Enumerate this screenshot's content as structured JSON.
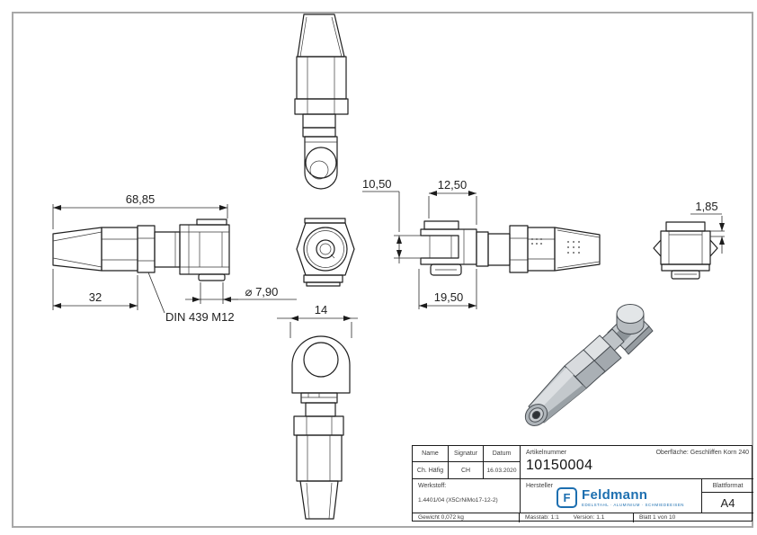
{
  "drawing": {
    "dims": {
      "total_length": "68,85",
      "swage_length": "32",
      "thread_note": "DIN 439 M12",
      "hole_diameter": "⌀ 7,90",
      "jaw_gap": "10,50",
      "eye_width": "12,50",
      "fork_depth": "19,50",
      "plate_thickness": "1,85",
      "head_width": "14"
    }
  },
  "title_block": {
    "name_label": "Name",
    "signature_label": "Signatur",
    "date_label": "Datum",
    "name_value": "Ch. Häfig",
    "signature_value": "CH",
    "date_value": "16.03.2020",
    "article_label": "Artikelnummer",
    "article_number": "10150004",
    "surface_label": "Oberfläche:",
    "surface_value": "Geschliffen Korn 240",
    "material_label": "Werkstoff:",
    "material_value": "1.4401/04 (X5CrNiMo17-12-2)",
    "manufacturer_label": "Hersteller",
    "logo_letter": "F",
    "logo_name": "Feldmann",
    "logo_subtitle": "EDELSTAHL · ALUMINIUM · SCHMIEDEEISEN",
    "logo_color": "#1d6fb0",
    "format_label": "Blattformat",
    "format_value": "A4",
    "weight_text": "Gewicht 0,072 kg",
    "scale_text": "Masstab: 1:1",
    "version_text": "Version: 1.1",
    "sheet_text": "Blatt 1 von 10"
  }
}
